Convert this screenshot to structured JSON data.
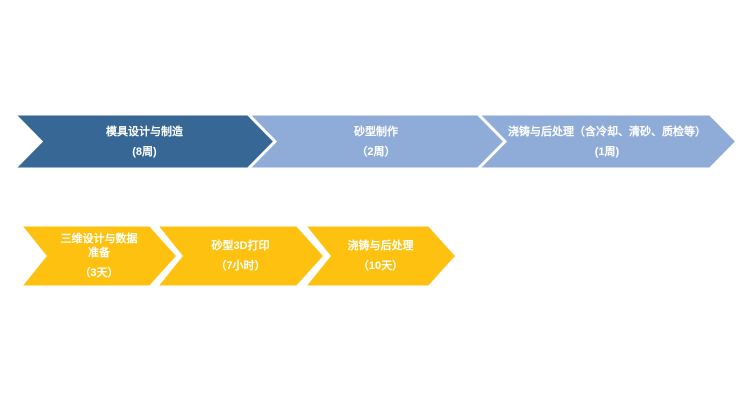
{
  "colors": {
    "traditional_primary": "#376795",
    "traditional_secondary": "#8FACD9",
    "printing_accent": "#FFC110",
    "separator": "#FFFFFF",
    "text": "#FFFFFF"
  },
  "traditional_row": {
    "steps": [
      {
        "name": "模具设计与制造",
        "duration": "(8周)"
      },
      {
        "name": "砂型制作",
        "duration": "（2周）"
      },
      {
        "name": "浇铸与后处理（含冷却、清砂、质检等）",
        "duration": "(1周)"
      }
    ]
  },
  "printing_row": {
    "steps": [
      {
        "name": "三维设计与数据准备",
        "duration": "（3天）"
      },
      {
        "name": "砂型3D打印",
        "duration": "（7小时）"
      },
      {
        "name": "浇铸与后处理",
        "duration": "（10天）"
      }
    ]
  }
}
